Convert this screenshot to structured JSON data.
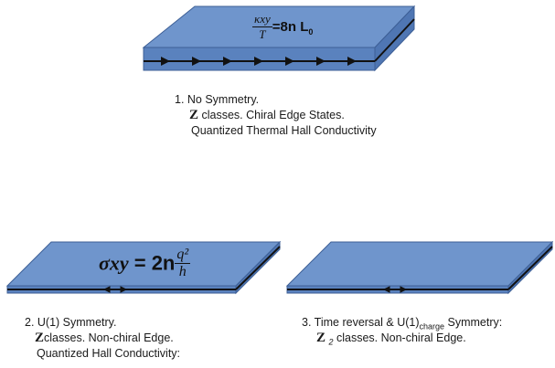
{
  "colors": {
    "slab_top": "#6f95cc",
    "slab_side": "#4f76b3",
    "edge_line": "#111111",
    "background": "#ffffff"
  },
  "panel1": {
    "formula": {
      "numerator": "κxy",
      "denominator": "T",
      "rhs": "=8n L",
      "rhs_sub": "0"
    },
    "caption": {
      "line1": "1.   No Symmetry.",
      "bb_symbol": "Z",
      "line2_rest": " classes. Chiral Edge States.",
      "line3": "Quantized Thermal Hall Conductivity"
    }
  },
  "panel2": {
    "formula": {
      "lhs": "σxy",
      "eq": " = 2n",
      "numerator": "q²",
      "denominator": "h"
    },
    "caption": {
      "line1": "2. U(1) Symmetry.",
      "bb_symbol": "Z",
      "line2_rest": "classes. Non-chiral Edge.",
      "line3": "Quantized Hall Conductivity:"
    }
  },
  "panel3": {
    "caption": {
      "line1_a": "3. Time reversal & U(1)",
      "line1_sub": "charge",
      "line1_b": " Symmetry:",
      "bb_symbol": "Z",
      "bb_sub": "2",
      "line2_rest": " classes. Non-chiral Edge."
    }
  }
}
